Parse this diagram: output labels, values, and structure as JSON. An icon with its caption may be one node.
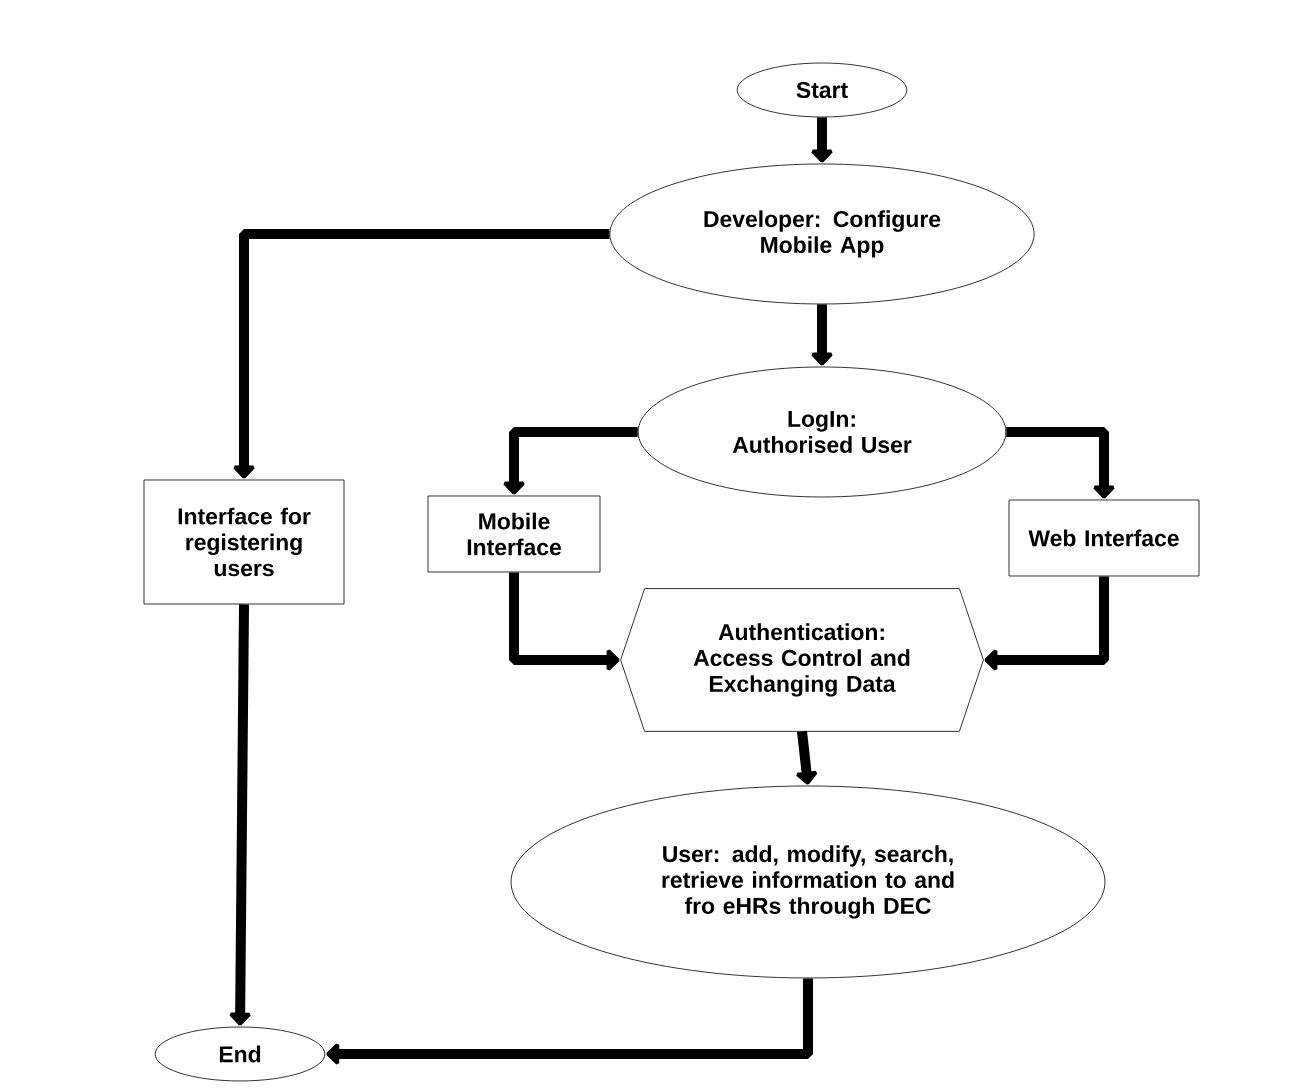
{
  "diagram": {
    "nodes": [
      {
        "text": [
          "Start"
        ]
      },
      {
        "text": [
          "Developer: Configure Mobile App"
        ]
      },
      {
        "text": [
          "LogIn: Authorised User"
        ]
      },
      {
        "text": [
          "Interface for registering users"
        ]
      },
      {
        "text": [
          "Mobile Interface"
        ]
      },
      {
        "text": [
          "Web Interface"
        ]
      },
      {
        "text": [
          "Authentication: Access Control and Exchanging Data"
        ]
      },
      {
        "text": [
          "User: add, modify, search, retrieve information to and fro eHRs through DEC"
        ]
      },
      {
        "text": [
          "End"
        ]
      }
    ],
    "edges": [
      {
        "from": 0,
        "to": 1,
        "arrow": "to"
      },
      {
        "from": 1,
        "to": 3,
        "arrow": "to"
      },
      {
        "from": 1,
        "to": 2,
        "arrow": "to"
      },
      {
        "from": 2,
        "to": 4,
        "arrow": "to"
      },
      {
        "from": 2,
        "to": 5,
        "arrow": "to"
      },
      {
        "from": 4,
        "to": 6,
        "arrow": "to"
      },
      {
        "from": 5,
        "to": 6,
        "arrow": "to"
      },
      {
        "from": 6,
        "to": 7,
        "arrow": "to"
      },
      {
        "from": 3,
        "to": 8,
        "arrow": "to"
      },
      {
        "from": 7,
        "to": 8,
        "arrow": "to"
      }
    ]
  }
}
